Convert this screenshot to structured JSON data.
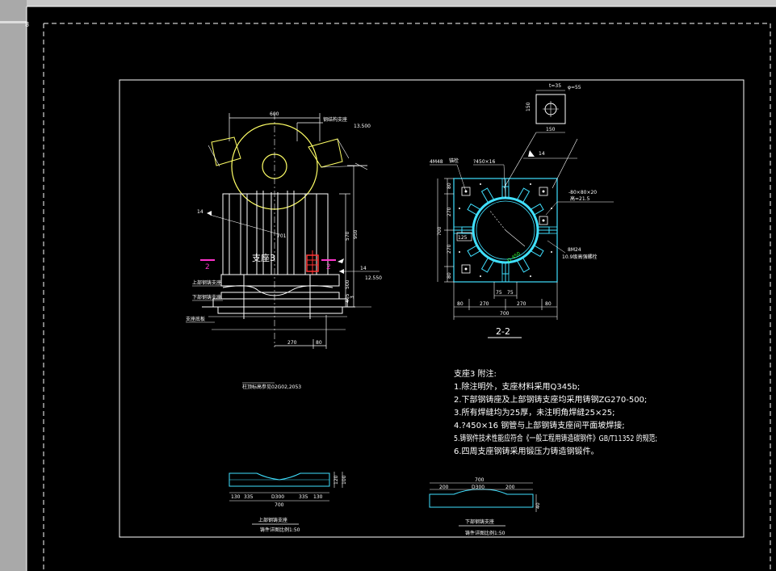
{
  "window": {
    "ruler_number": "8"
  },
  "elevation": {
    "dim_top": "600",
    "label_top_right": "钢结构支座",
    "elev_top": "13.500",
    "callout_14": "14",
    "dim_701": "701",
    "dim_570": "570",
    "dim_950": "950",
    "support_label": "支座3",
    "section_mark": "2",
    "section_mark_right": "2",
    "callout_14_right": "14",
    "elev_mid": "12.550",
    "dim_405": "405",
    "dim_500": "500",
    "dim_3": "3",
    "left_label_1": "上部钢铸支座",
    "left_label_2": "下部钢铸支座",
    "left_label_3": "支座底板",
    "dim_270": "270",
    "dim_80": "80",
    "footnote": "柱顶标高参见02G02,2053"
  },
  "plan": {
    "plate_t": "t=35",
    "plate_hole": "φ=55",
    "plate_150_v": "150",
    "plate_150_h": "150",
    "anchor_label": "4M48",
    "anchor_suffix": "锚栓",
    "pipe_label": "?450×16",
    "callout_14": "14",
    "rib_label": "-80×80×20",
    "rib_label2": "高=21.5",
    "bolt_label": "8M24",
    "bolt_label2": "10.9级高强螺栓",
    "dim_left": [
      "80",
      "270",
      "270",
      "80"
    ],
    "dim_700_v": "700",
    "dim_125": "125",
    "dim_75": [
      "75",
      "75"
    ],
    "dim_bottom": [
      "80",
      "270",
      "270",
      "80"
    ],
    "dim_700_h": "700",
    "title": "2-2",
    "diag_label": "D 450"
  },
  "notes": {
    "heading": "支座3 附注:",
    "lines": [
      "1.除注明外，支座材料采用Q345b;",
      "2.下部钢铸座及上部钢铸支座均采用铸钢ZG270-500;",
      "3.所有焊缝均为25厚，未注明角焊缝25×25;",
      "4.?450×16 钢管与上部钢铸支座间平面坡焊接;",
      "5.铸钢件技术性能应符合《一般工程用铸造碳钢件》GB/T11352 的规范;",
      "6.四周支座钢铸采用锻压力铸造钢锻件。"
    ]
  },
  "detail_upper": {
    "title": "上部钢铸支座",
    "scale": "铸件详图比例1:50",
    "dims": [
      "130",
      "335",
      "D300",
      "335",
      "130"
    ],
    "dim_total": "700",
    "dim_h1": "120",
    "dim_h2": "100"
  },
  "detail_lower": {
    "title": "下部钢铸支座",
    "scale": "铸件详图比例1:50",
    "dim_total": "700",
    "dims": [
      "200",
      "D300",
      "200"
    ],
    "dim_h": "40"
  },
  "colors": {
    "background": "#000000",
    "white": "#ffffff",
    "yellow": "#ffff66",
    "green": "#33ff33",
    "cyan": "#40e0ff",
    "magenta": "#ff33cc",
    "red": "#ff3333",
    "chrome": "#c0c0c0"
  }
}
